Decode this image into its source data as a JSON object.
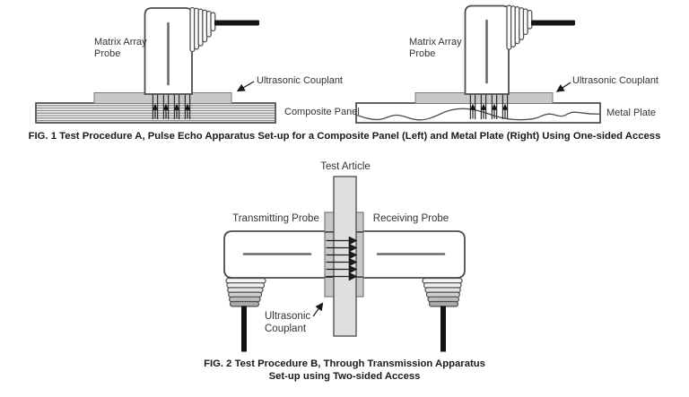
{
  "page": {
    "background": "#ffffff"
  },
  "colors": {
    "outline": "#4d4d4d",
    "couplant_fill": "#c8c8c8",
    "test_article_fill": "#dfdfdf",
    "panel_stripe": "#7d7d7d",
    "cable": "#141414",
    "label_text": "#333333",
    "caption_text": "#1a1a1a"
  },
  "fig1": {
    "caption": "FIG. 1 Test Procedure A, Pulse Echo Apparatus Set-up for a Composite Panel (Left) and Metal Plate (Right) Using One-sided Access",
    "left": {
      "probe_label": "Matrix Array\nProbe",
      "couplant_label": "Ultrasonic Couplant",
      "specimen_label": "Composite Panel"
    },
    "right": {
      "probe_label": "Matrix Array\nProbe",
      "couplant_label": "Ultrasonic Couplant",
      "specimen_label": "Metal Plate"
    }
  },
  "fig2": {
    "article_label": "Test Article",
    "left_probe_label": "Transmitting Probe",
    "right_probe_label": "Receiving Probe",
    "couplant_label": "Ultrasonic\nCouplant",
    "caption_line1": "FIG. 2 Test Procedure B, Through Transmission Apparatus",
    "caption_line2": "Set-up using Two-sided Access"
  }
}
